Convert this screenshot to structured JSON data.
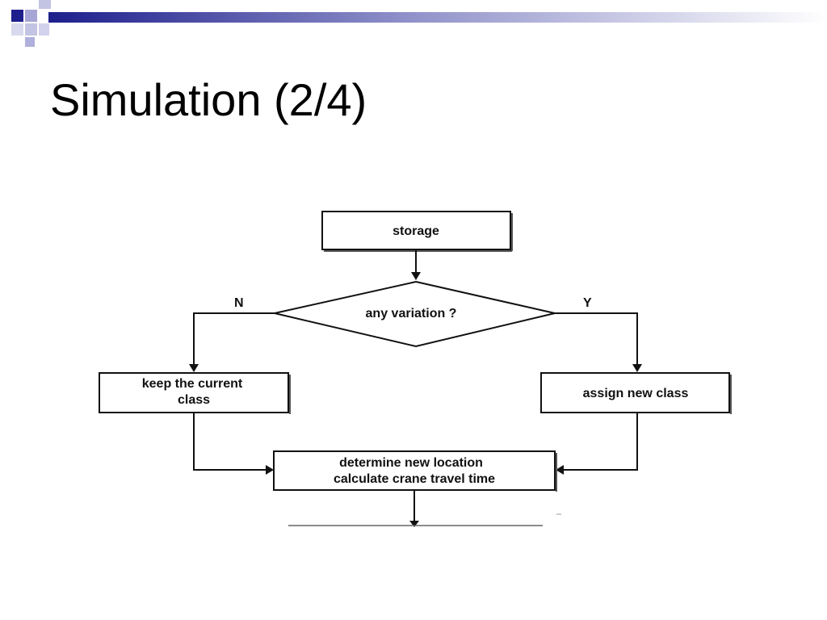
{
  "slide": {
    "title": "Simulation (2/4)"
  },
  "theme": {
    "accent_dark": "#1d1f8c",
    "accent_light": "#a5a5d6",
    "line_color": "#111111"
  },
  "flowchart": {
    "nodes": {
      "storage": "storage",
      "decision": "any variation ?",
      "keep_line1": "keep the current",
      "keep_line2": "class",
      "assign": "assign new class",
      "determine_line1": "determine new location",
      "determine_line2": "calculate crane travel time"
    },
    "branch_labels": {
      "no": "N",
      "yes": "Y"
    }
  }
}
